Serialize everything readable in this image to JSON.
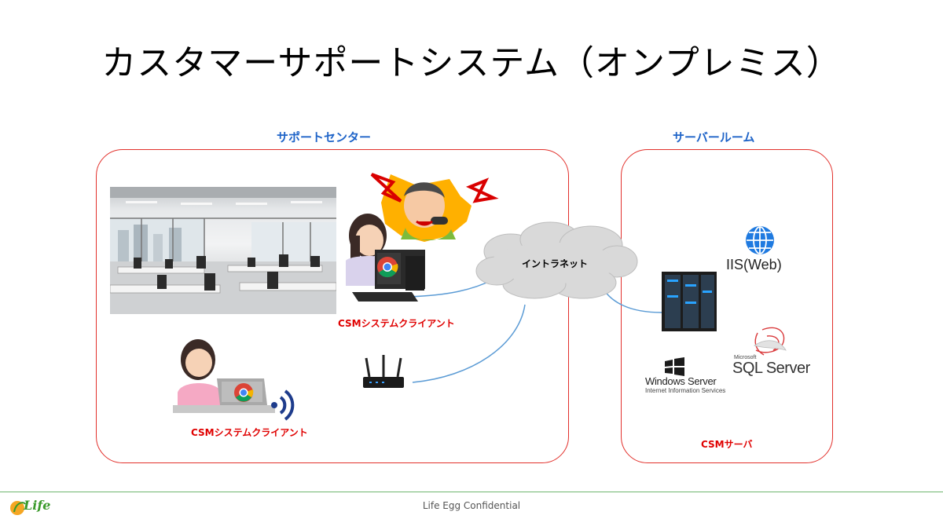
{
  "title": "カスタマーサポートシステム（オンプレミス）",
  "zones": {
    "support_center": "サポートセンター",
    "server_room": "サーバールーム"
  },
  "nodes": {
    "cloud": "イントラネット",
    "client_desktop": "CSMシステムクライアント",
    "client_laptop": "CSMシステムクライアント",
    "iis": "IIS(Web)",
    "csm_server": "CSMサーバ"
  },
  "logos": {
    "windows_server_line1": "Windows Server",
    "windows_server_line2": "Internet Information Services",
    "sql_small": "Microsoft",
    "sql_main": "SQL Server"
  },
  "footer": {
    "text": "Life Egg Confidential",
    "logo_text": "Life"
  },
  "colors": {
    "zone_border": "#e2302b",
    "zone_label": "#1f64c8",
    "client_label": "#e00000",
    "connector": "#5b9bd5"
  }
}
